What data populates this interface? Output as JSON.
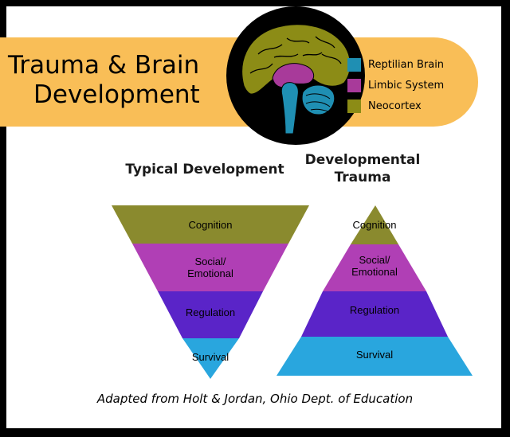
{
  "header": {
    "title_line1": "Trauma & Brain",
    "title_line2": "Development"
  },
  "legend": {
    "items": [
      {
        "label": "Reptilian Brain",
        "color": "#1f8fb3"
      },
      {
        "label": "Limbic System",
        "color": "#a83a9a"
      },
      {
        "label": "Neocortex",
        "color": "#8c8c16"
      }
    ]
  },
  "typical": {
    "heading": "Typical Development",
    "layers": [
      {
        "line1": "Cognition",
        "line2": "",
        "color": "#8a8a2e"
      },
      {
        "line1": "Social/",
        "line2": "Emotional",
        "color": "#b03fb5"
      },
      {
        "line1": "Regulation",
        "line2": "",
        "color": "#5a24c8"
      },
      {
        "line1": "Survival",
        "line2": "",
        "color": "#29a6de"
      }
    ]
  },
  "trauma": {
    "heading_line1": "Developmental",
    "heading_line2": "Trauma",
    "layers": [
      {
        "line1": "Cognition",
        "line2": "",
        "color": "#8a8a2e"
      },
      {
        "line1": "Social/",
        "line2": "Emotional",
        "color": "#b03fb5"
      },
      {
        "line1": "Regulation",
        "line2": "",
        "color": "#5a24c8"
      },
      {
        "line1": "Survival",
        "line2": "",
        "color": "#29a6de"
      }
    ]
  },
  "caption": "Adapted from Holt & Jordan, Ohio Dept. of Education"
}
